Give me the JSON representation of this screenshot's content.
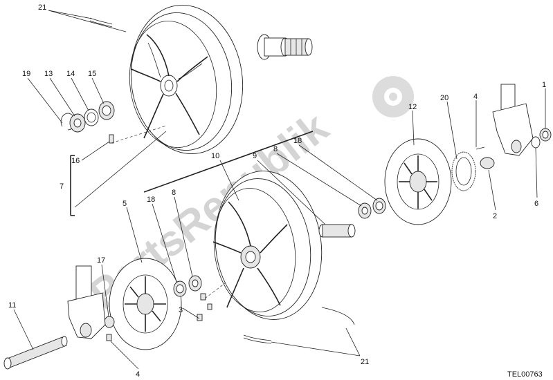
{
  "watermark": {
    "text": "PartsRepublik",
    "icon": "gear-icon"
  },
  "drawing_code": "TEL00763",
  "callouts": [
    {
      "id": "c21a",
      "text": "21"
    },
    {
      "id": "c19",
      "text": "19"
    },
    {
      "id": "c13",
      "text": "13"
    },
    {
      "id": "c14",
      "text": "14"
    },
    {
      "id": "c15",
      "text": "15"
    },
    {
      "id": "c16",
      "text": "16"
    },
    {
      "id": "c7",
      "text": "7"
    },
    {
      "id": "c10",
      "text": "10"
    },
    {
      "id": "c9",
      "text": "9"
    },
    {
      "id": "c8a",
      "text": "8"
    },
    {
      "id": "c18a",
      "text": "18"
    },
    {
      "id": "c12",
      "text": "12"
    },
    {
      "id": "c20",
      "text": "20"
    },
    {
      "id": "c4a",
      "text": "4"
    },
    {
      "id": "c1",
      "text": "1"
    },
    {
      "id": "c2",
      "text": "2"
    },
    {
      "id": "c6",
      "text": "6"
    },
    {
      "id": "c5",
      "text": "5"
    },
    {
      "id": "c18b",
      "text": "18"
    },
    {
      "id": "c8b",
      "text": "8"
    },
    {
      "id": "c17",
      "text": "17"
    },
    {
      "id": "c11",
      "text": "11"
    },
    {
      "id": "c3",
      "text": "3"
    },
    {
      "id": "c4b",
      "text": "4"
    },
    {
      "id": "c21b",
      "text": "21"
    }
  ]
}
